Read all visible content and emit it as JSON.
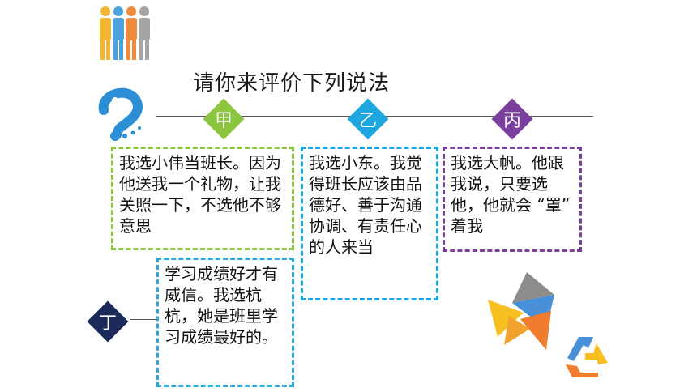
{
  "title": "请你来评价下列说法",
  "options": [
    {
      "label": "甲",
      "text": "我选小伟当班长。因为他送我一个礼物，让我关照一下，不选他不够意思",
      "color": "#8cc63f"
    },
    {
      "label": "乙",
      "text": "我选小东。我觉得班长应该由品德好、善于沟通协调、有责任心的人来当",
      "color": "#1ea6df"
    },
    {
      "label": "丙",
      "text": "我选大帆。他跟我说，只要选他，他就会 “罩” 着我",
      "color": "#7b3f9e"
    },
    {
      "label": "丁",
      "text": "学习成绩好才有威信。我选杭杭，她是班里学习成绩最好的。",
      "color": "#1c2a5a"
    }
  ],
  "decor": {
    "people_icon": "people-group-icon",
    "swirl_icon": "blue-swirl-icon",
    "triangles_icon": "colored-triangles-icon",
    "recycle_icon": "recycle-arrows-icon"
  }
}
